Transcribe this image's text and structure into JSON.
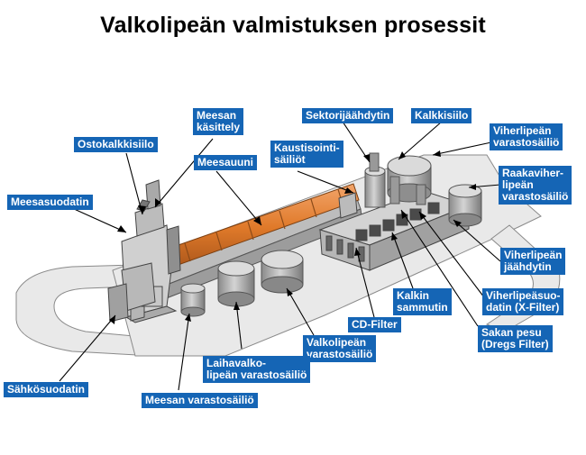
{
  "title": "Valkolipeän valmistuksen prosessit",
  "colors": {
    "label_bg": "#1565b5",
    "label_text": "#ffffff",
    "kiln": "#e07a2a",
    "ground": "#e8e8e8"
  },
  "labels": {
    "ostokalkkisiilo": "Ostokalkkisiilo",
    "meesan_kasittely": "Meesan\nkäsittely",
    "meesauuni": "Meesauuni",
    "kaustisointi": "Kaustisointi-\nsäiliöt",
    "sektorijaahdytin": "Sektorijäähdytin",
    "kalkkisiilo": "Kalkkisiilo",
    "viherlipean_varastosailio": "Viherlipeän\nvarastosäiliö",
    "raakaviherlipean": "Raakaviher-\nlipeän\nvarastosäiliö",
    "meesasuodatin": "Meesasuodatin",
    "viherlipean_jaahdytin": "Viherlipeän\njäähdytin",
    "viherlipeasuodatin": "Viherlipeäsuo-\ndatin (X-Filter)",
    "kalkin_sammutin": "Kalkin\nsammutin",
    "cd_filter": "CD-Filter",
    "sakan_pesu": "Sakan pesu\n(Dregs Filter)",
    "valkolipean_varastosailio": "Valkolipeän\nvarastosäiliö",
    "laihavalkolipean": "Laihavalko-\nlipeän varastosäiliö",
    "sahkosuodatin": "Sähkösuodatin",
    "meesan_varastosailio": "Meesan varastosäiliö"
  }
}
